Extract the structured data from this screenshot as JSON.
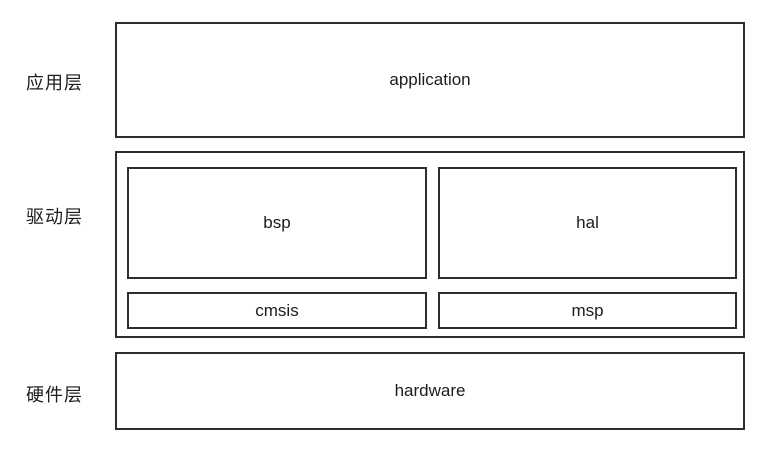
{
  "diagram": {
    "title": "layered-architecture-diagram",
    "layers": [
      {
        "label": "应用层",
        "name": "application-layer"
      },
      {
        "label": "驱动层",
        "name": "driver-layer"
      },
      {
        "label": "硬件层",
        "name": "hardware-layer"
      }
    ],
    "boxes": {
      "application": "application",
      "bsp": "bsp",
      "hal": "hal",
      "cmsis": "cmsis",
      "msp": "msp",
      "hardware": "hardware"
    },
    "colors": {
      "border": "#2e2e2e",
      "background": "#ffffff",
      "text": "#1c1c1c"
    }
  }
}
